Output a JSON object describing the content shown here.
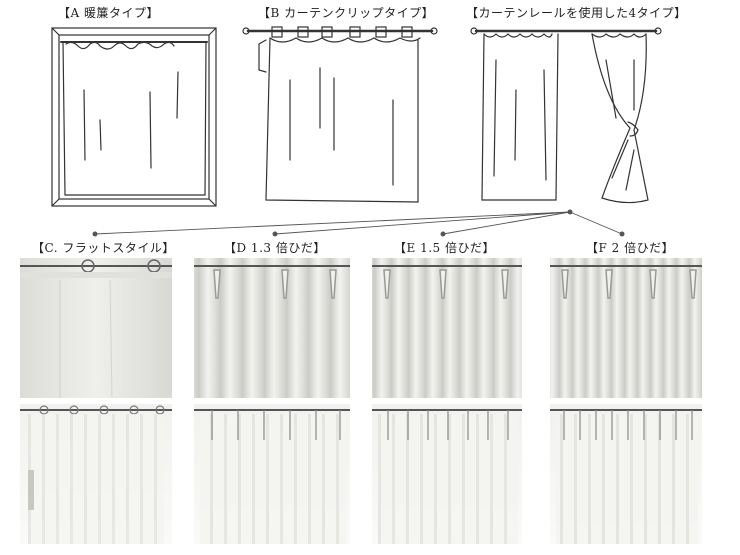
{
  "top_labels": {
    "a": "【A 暖簾タイプ】",
    "b": "【B カーテンクリップタイプ】",
    "c": "【カーテンレールを使用した4タイプ】"
  },
  "photo_labels": {
    "c": "【C. フラットスタイル】",
    "d": "【D 1.3 倍ひだ】",
    "e": "【E 1.5 倍ひだ】",
    "f": "【F 2 倍ひだ】"
  },
  "colors": {
    "sketch_line": "#333333",
    "fabric": "#e8e8e4",
    "rail": "#555555"
  }
}
